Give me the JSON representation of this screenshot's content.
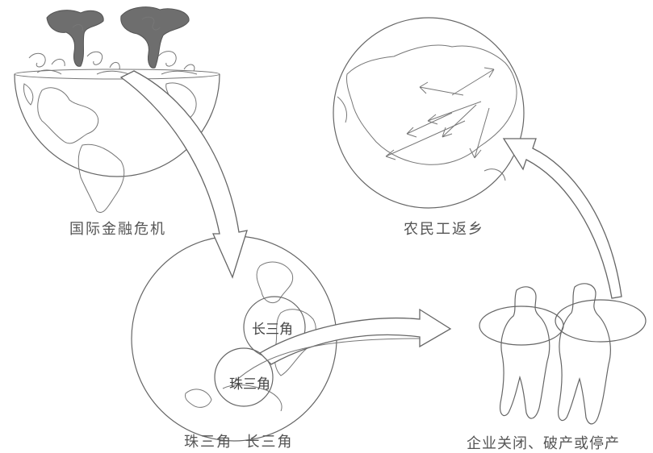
{
  "captions": {
    "crisis": "国际金融危机",
    "return": "农民工返乡",
    "deltas": "珠三角  长三角",
    "closure": "企业关闭、破产或停产"
  },
  "labels": {
    "yangtze": "长三角",
    "pearl": "珠三角"
  },
  "colors": {
    "line": "#666666",
    "smoke": "#6e6e6e",
    "text": "#555555"
  }
}
